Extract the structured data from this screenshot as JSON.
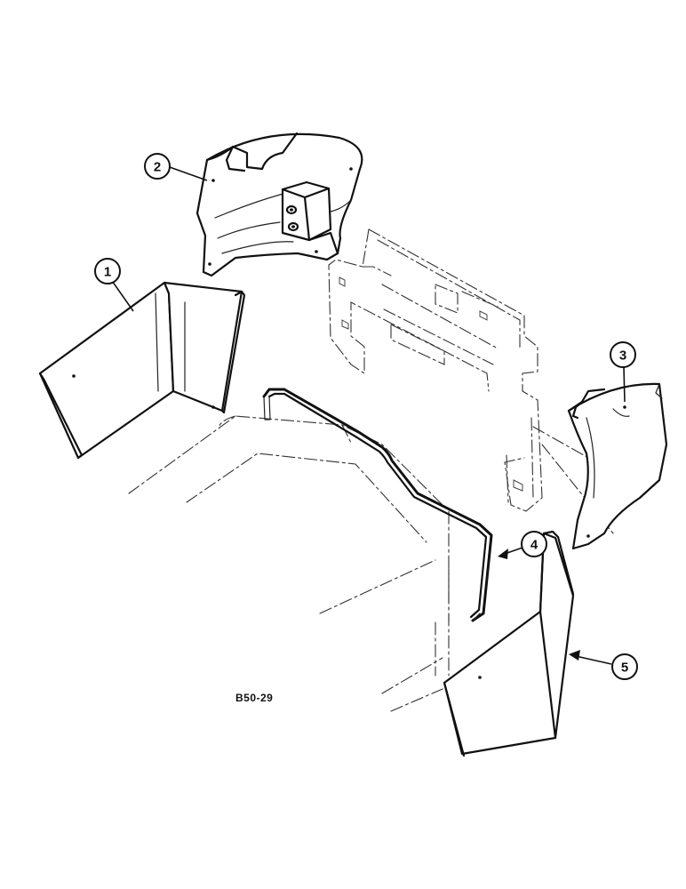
{
  "diagram": {
    "reference_code": "B50-29",
    "callouts": [
      {
        "id": "1",
        "label": "1"
      },
      {
        "id": "2",
        "label": "2"
      },
      {
        "id": "3",
        "label": "3"
      },
      {
        "id": "4",
        "label": "4"
      },
      {
        "id": "5",
        "label": "5"
      }
    ],
    "colors": {
      "ink": "#111111",
      "paper": "#ffffff"
    }
  }
}
